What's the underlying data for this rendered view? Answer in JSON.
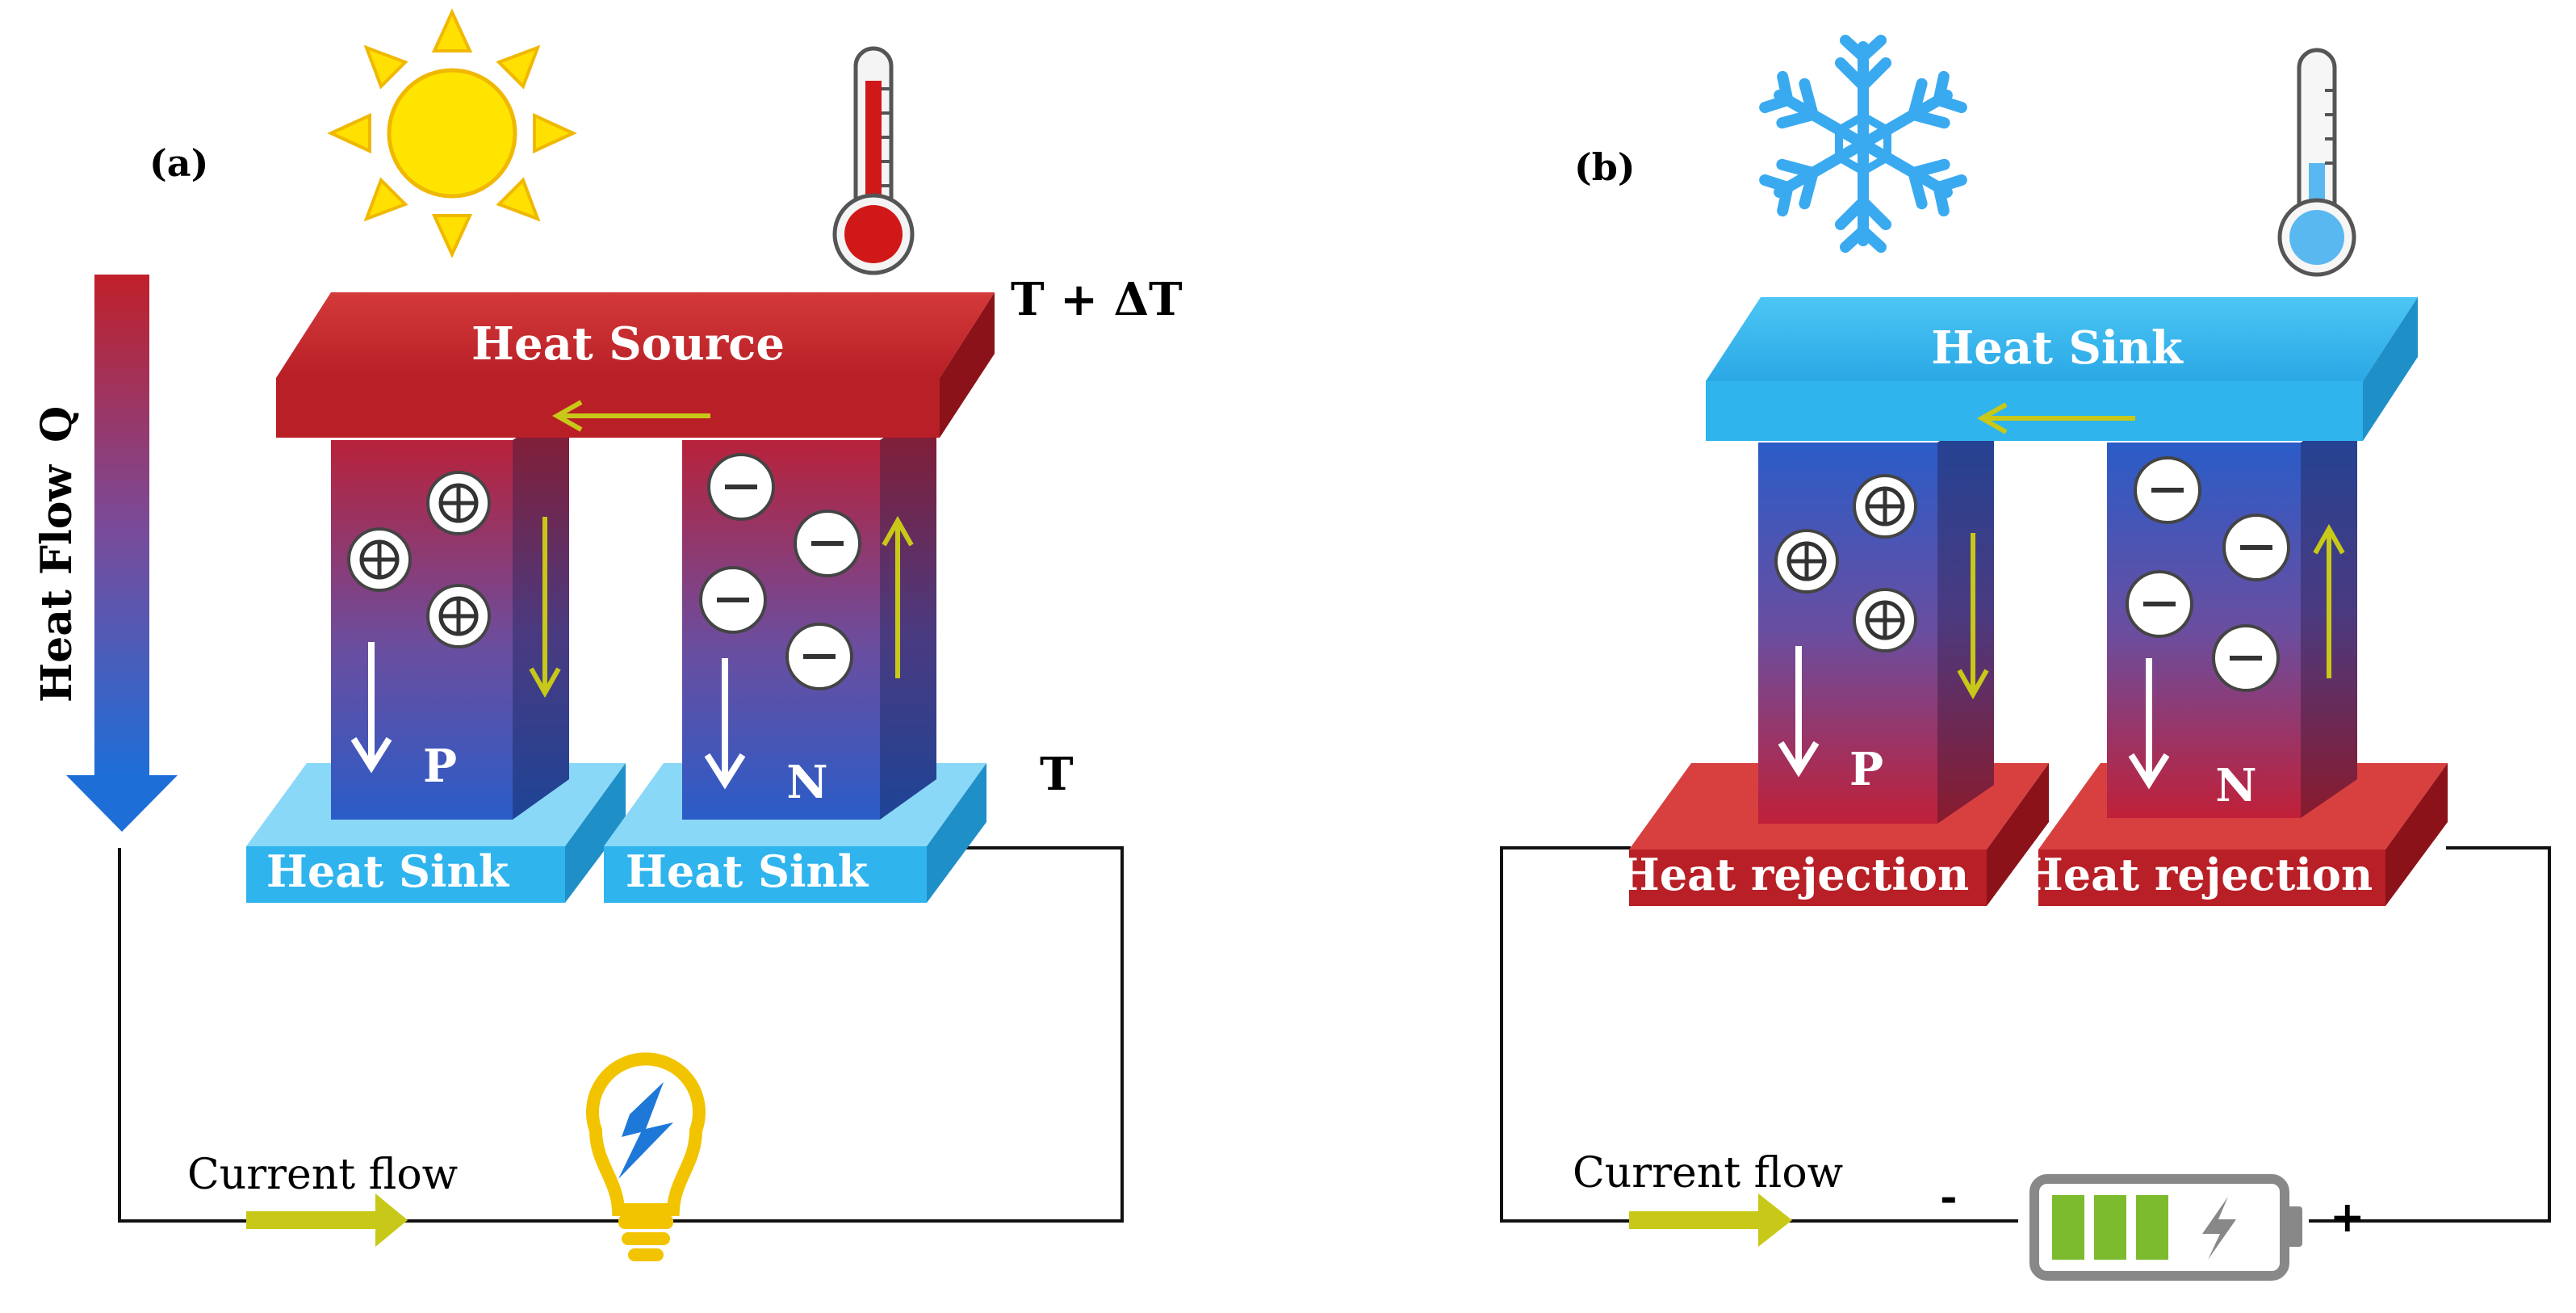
{
  "panels": {
    "a": {
      "label": "(a)",
      "top_plate": "Heat Source",
      "left_plate": "Heat Sink",
      "right_plate": "Heat Sink",
      "hot_temp": "T + ΔT",
      "cold_temp": "T",
      "heat_flow_label": "Heat Flow",
      "heat_flow_symbol": "Q",
      "p_leg": "P",
      "n_leg": "N",
      "current_label": "Current flow",
      "weather_icon": "sun-icon",
      "thermometer_state": "hot",
      "load_icon": "lightbulb-icon"
    },
    "b": {
      "label": "(b)",
      "top_plate": "Heat Sink",
      "left_plate": "Heat rejection",
      "right_plate": "Heat rejection",
      "p_leg": "P",
      "n_leg": "N",
      "current_label": "Current flow",
      "battery_minus": "-",
      "battery_plus": "+",
      "weather_icon": "snowflake-icon",
      "thermometer_state": "cold",
      "source_icon": "battery-icon"
    }
  },
  "colors": {
    "hot_red": "#c0232a",
    "cold_blue": "#35b8f0",
    "leg_top": "#b8223a",
    "leg_bottom": "#2a5cc8",
    "arrow_yellow": "#c8c818",
    "sun": "#ffe000"
  }
}
